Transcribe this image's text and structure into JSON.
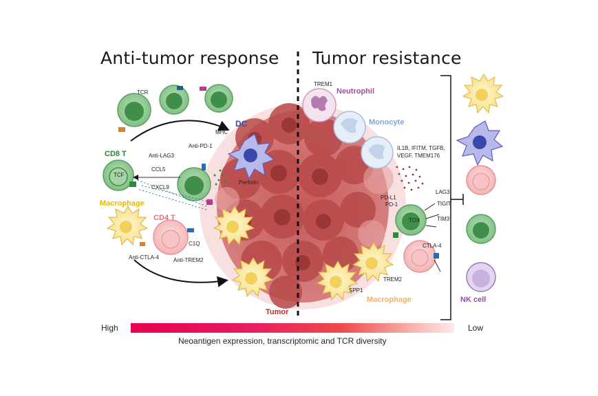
{
  "headings": {
    "left": "Anti-tumor response",
    "right": "Tumor resistance"
  },
  "cells": {
    "cd8_t": "CD8 T",
    "cd4_t": "CD4 T",
    "dc": "DC",
    "macrophage_left": "Macrophage",
    "macrophage_right": "Macrophage",
    "neutrophil": "Neutrophil",
    "monocyte": "Monocyte",
    "nk_cell": "NK cell",
    "tumor": "Tumor"
  },
  "molecules": {
    "tcr": "TCR",
    "tcf": "TCF",
    "mhc": "MHC",
    "anti_lag3": "Anti-LAG3",
    "anti_pd1": "Anti-PD-1",
    "ccl5": "CCL5",
    "cxcl9": "CXCL9",
    "perforin": "Perforin",
    "c1q": "C1Q",
    "anti_ctla4": "Anti-CTLA-4",
    "anti_trem2": "Anti-TREM2",
    "trem1": "TREM1",
    "factors_line1": "IL1B, IFITM, TGFB,",
    "factors_line2": "VEGF, TMEM176",
    "pd_l1": "PD-L1",
    "pd_1": "PD-1",
    "lag3": "LAG3",
    "tigit": "TIGIT",
    "tim3": "TIM3",
    "tox": "TOX",
    "ctla_4": "CTLA-4",
    "trem2": "TREM2",
    "spp1": "SPP1"
  },
  "gradient": {
    "high": "High",
    "low": "Low",
    "caption": "Neoantigen expression, transcriptomic and TCR diversity"
  },
  "colors": {
    "cd8_green": "#2e7d32",
    "cd4_pink": "#f06a73",
    "dc_blue": "#3949ab",
    "macrophage_yellow": "#e6b800",
    "neutrophil_purple": "#9c4f9c",
    "monocyte_blue": "#7ea7d8",
    "nk_purple": "#8a4f9e",
    "tumor_red": "#c62828"
  }
}
